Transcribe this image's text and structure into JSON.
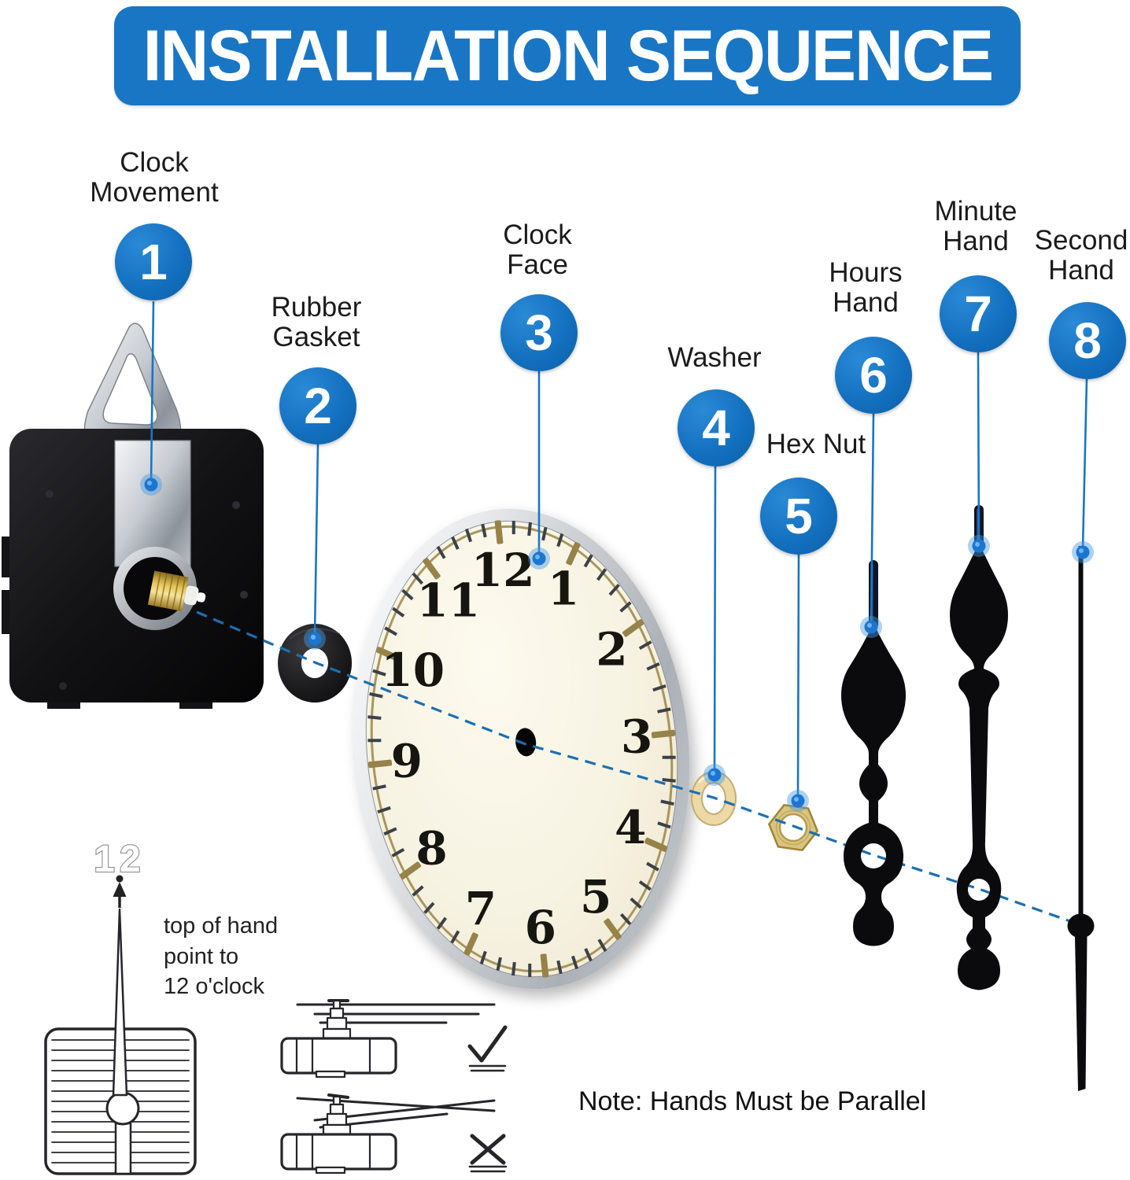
{
  "banner": {
    "title": "INSTALLATION SEQUENCE"
  },
  "parts": [
    {
      "num": "1",
      "label_lines": [
        "Clock",
        "Movement"
      ]
    },
    {
      "num": "2",
      "label_lines": [
        "Rubber",
        "Gasket"
      ]
    },
    {
      "num": "3",
      "label_lines": [
        "Clock",
        "Face"
      ]
    },
    {
      "num": "4",
      "label_lines": [
        "Washer"
      ]
    },
    {
      "num": "5",
      "label_lines": [
        "Hex Nut"
      ]
    },
    {
      "num": "6",
      "label_lines": [
        "Hours",
        "Hand"
      ]
    },
    {
      "num": "7",
      "label_lines": [
        "Minute",
        "Hand"
      ]
    },
    {
      "num": "8",
      "label_lines": [
        "Second",
        "Hand"
      ]
    }
  ],
  "clock_face": {
    "numerals": [
      "12",
      "1",
      "2",
      "3",
      "4",
      "5",
      "6",
      "7",
      "8",
      "9",
      "10",
      "11"
    ]
  },
  "inset": {
    "twelve": "12",
    "hand_note_lines": [
      "top of hand",
      "point to",
      "12 o'clock"
    ]
  },
  "note": "Note: Hands Must be Parallel",
  "colors": {
    "banner_blue": "#1976C5",
    "badge_blue": "#1371C0",
    "leader_blue": "#1976C5",
    "dashed_blue": "#1C6FB0",
    "brass": "#D9C57F",
    "washer_brass": "#ECD9A6",
    "face_cream": "#F7F3E2",
    "hand_black": "#0B0B0E"
  }
}
